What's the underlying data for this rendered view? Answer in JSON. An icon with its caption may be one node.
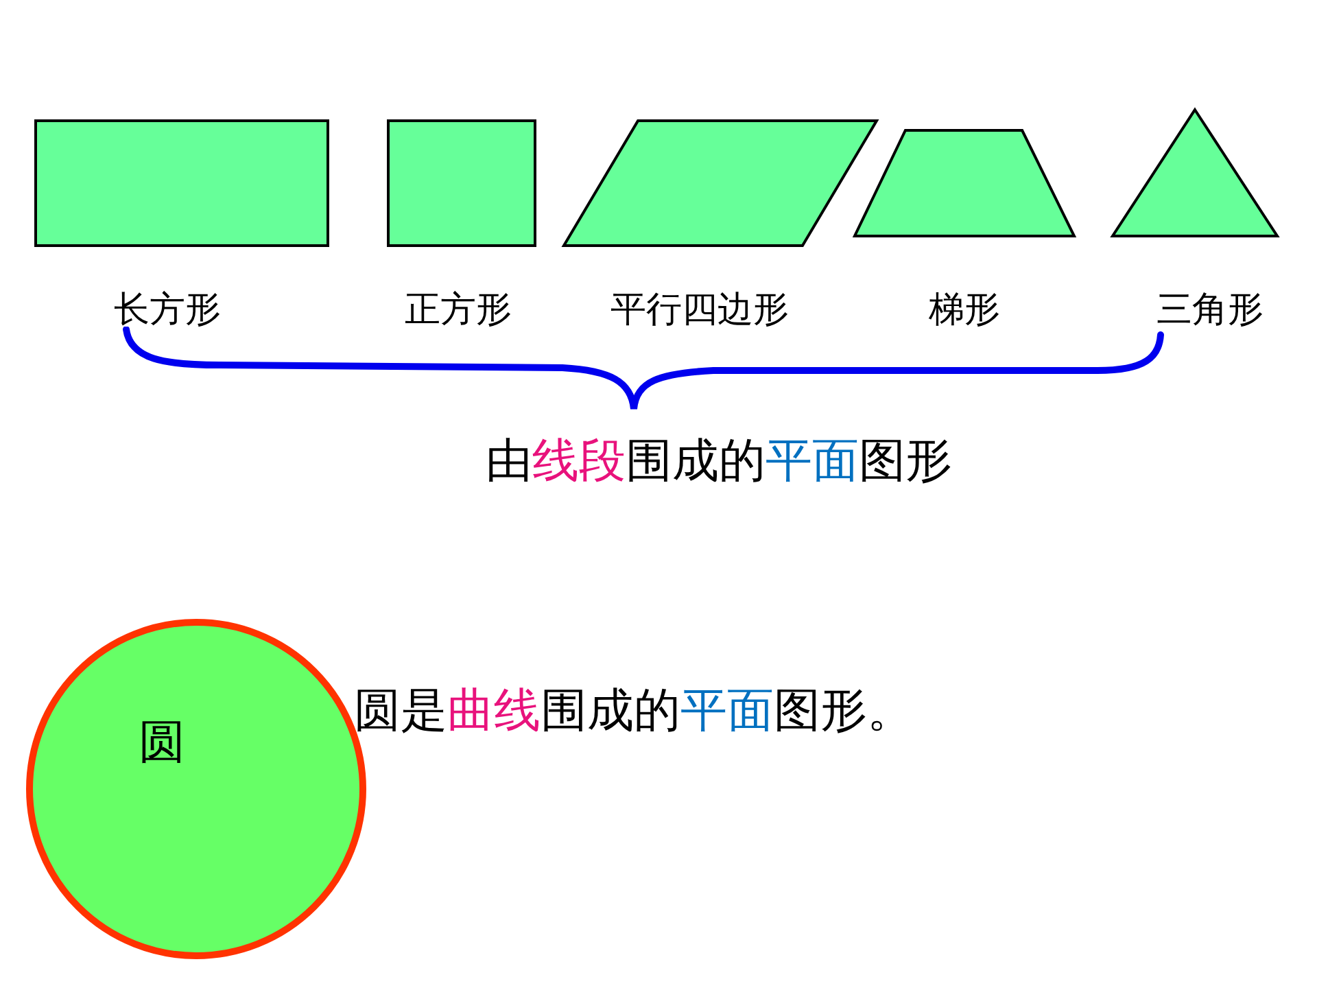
{
  "diagram": {
    "nodes": [
      {
        "text": [],
        "shape": "box",
        "beside": [
          "长方形"
        ]
      },
      {
        "text": [],
        "shape": "box",
        "beside": [
          "正方形"
        ]
      },
      {
        "text": [],
        "shape": "parallelogram",
        "beside": [
          "平行四边形"
        ]
      },
      {
        "text": [],
        "shape": "trapezoid",
        "beside": [
          "梯形"
        ]
      },
      {
        "text": [],
        "shape": "triangle",
        "beside": [
          "三角形"
        ]
      },
      {
        "text": [
          "圆"
        ]
      }
    ],
    "edges": [],
    "labels": [
      "由线段围成的平面图形",
      "圆是曲线围成的平面图形。"
    ]
  }
}
